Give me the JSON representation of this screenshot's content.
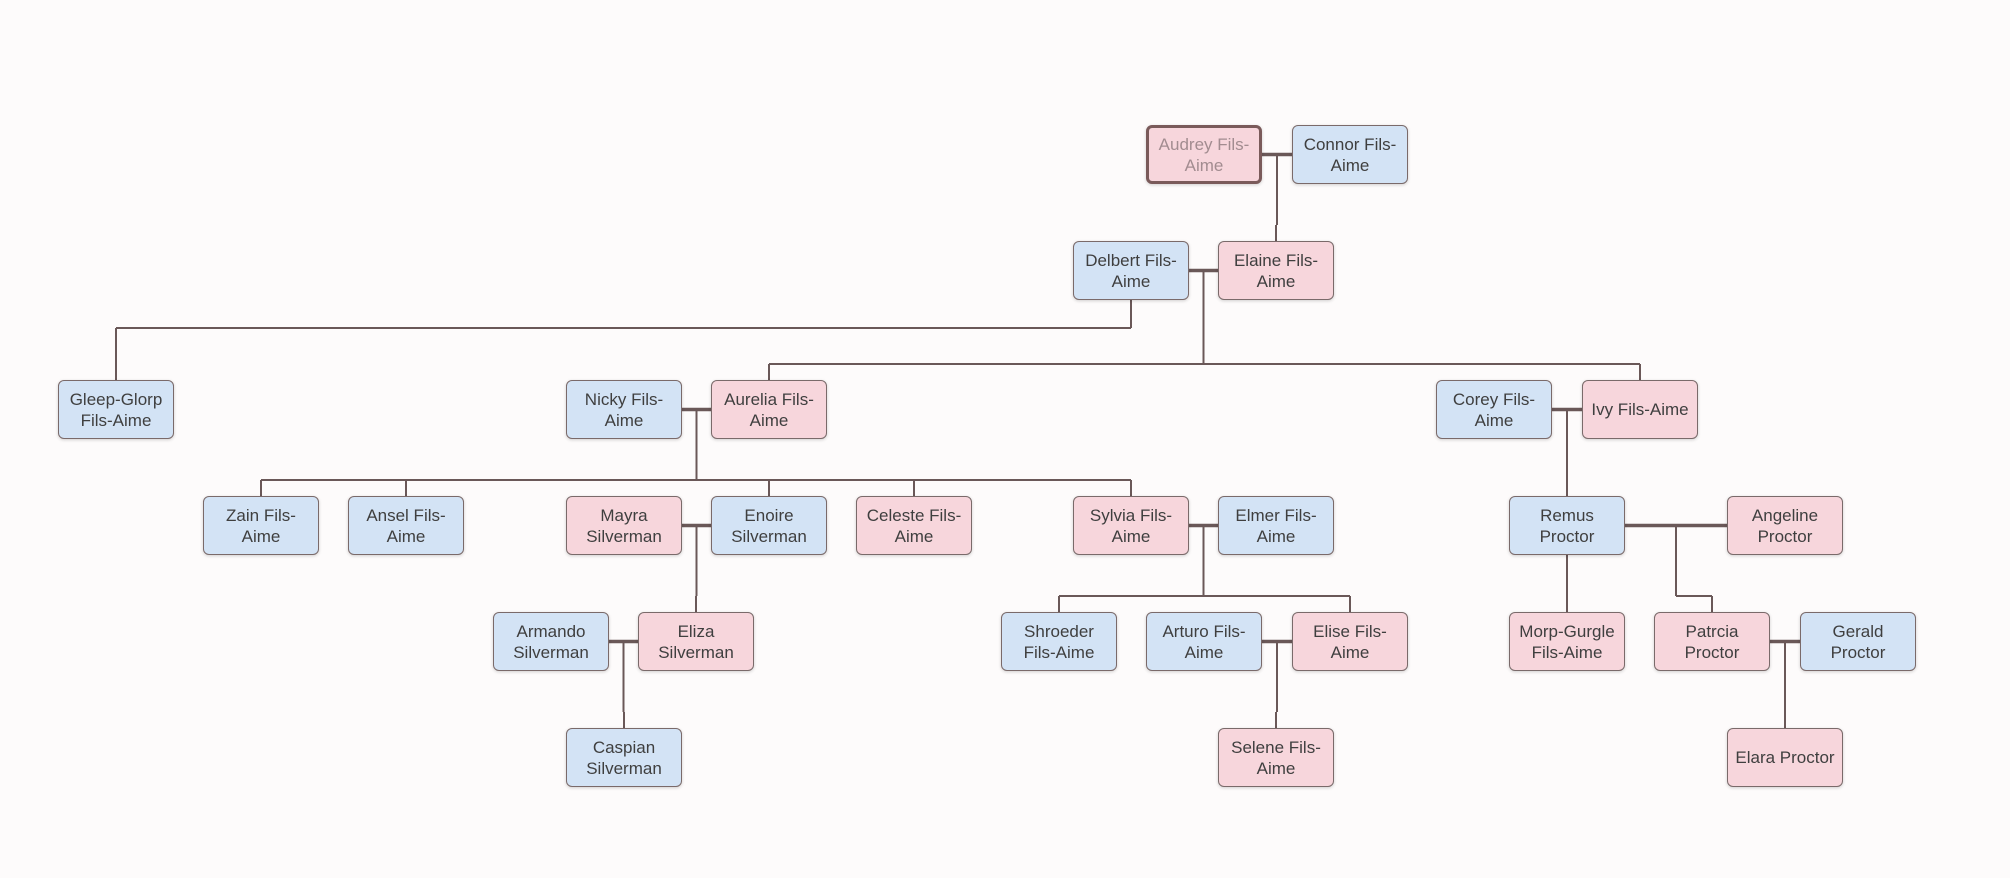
{
  "colors": {
    "male": "#d3e3f5",
    "female": "#f7d6dc",
    "line": "#6a5858",
    "background": "#fdfbfb"
  },
  "people": {
    "audrey": {
      "name": "Audrey Fils-\nAime",
      "gender": "female",
      "selected": true
    },
    "connor": {
      "name": "Connor Fils-\nAime",
      "gender": "male"
    },
    "delbert": {
      "name": "Delbert Fils-\nAime",
      "gender": "male"
    },
    "elaine": {
      "name": "Elaine Fils-\nAime",
      "gender": "female"
    },
    "gleep": {
      "name": "Gleep-Glorp\nFils-Aime",
      "gender": "male"
    },
    "nicky": {
      "name": "Nicky Fils-\nAime",
      "gender": "male"
    },
    "aurelia": {
      "name": "Aurelia Fils-\nAime",
      "gender": "female"
    },
    "corey": {
      "name": "Corey Fils-\nAime",
      "gender": "male"
    },
    "ivy": {
      "name": "Ivy Fils-Aime",
      "gender": "female"
    },
    "zain": {
      "name": "Zain Fils-\nAime",
      "gender": "male"
    },
    "ansel": {
      "name": "Ansel Fils-\nAime",
      "gender": "male"
    },
    "mayra": {
      "name": "Mayra\nSilverman",
      "gender": "female"
    },
    "enoire": {
      "name": "Enoire\nSilverman",
      "gender": "male"
    },
    "celeste": {
      "name": "Celeste Fils-\nAime",
      "gender": "female"
    },
    "sylvia": {
      "name": "Sylvia Fils-\nAime",
      "gender": "female"
    },
    "elmer": {
      "name": "Elmer Fils-\nAime",
      "gender": "male"
    },
    "remus": {
      "name": "Remus\nProctor",
      "gender": "male"
    },
    "angeline": {
      "name": "Angeline\nProctor",
      "gender": "female"
    },
    "armando": {
      "name": "Armando\nSilverman",
      "gender": "male"
    },
    "eliza": {
      "name": "Eliza\nSilverman",
      "gender": "female"
    },
    "shroeder": {
      "name": "Shroeder\nFils-Aime",
      "gender": "male"
    },
    "arturo": {
      "name": "Arturo Fils-\nAime",
      "gender": "male"
    },
    "elise": {
      "name": "Elise Fils-\nAime",
      "gender": "female"
    },
    "morp": {
      "name": "Morp-Gurgle\nFils-Aime",
      "gender": "female"
    },
    "patrcia": {
      "name": "Patrcia\nProctor",
      "gender": "female"
    },
    "gerald": {
      "name": "Gerald\nProctor",
      "gender": "male"
    },
    "caspian": {
      "name": "Caspian\nSilverman",
      "gender": "male"
    },
    "selene": {
      "name": "Selene Fils-\nAime",
      "gender": "female"
    },
    "elara": {
      "name": "Elara Proctor",
      "gender": "female"
    }
  },
  "couples": [
    {
      "a": "audrey",
      "b": "connor",
      "children": [
        "elaine"
      ]
    },
    {
      "a": "delbert",
      "b": "elaine",
      "children": [
        "aurelia",
        "ivy"
      ]
    },
    {
      "a": "nicky",
      "b": "aurelia",
      "children": [
        "zain",
        "ansel",
        "enoire",
        "celeste",
        "sylvia"
      ]
    },
    {
      "a": "corey",
      "b": "ivy",
      "children": [
        "remus"
      ]
    },
    {
      "a": "mayra",
      "b": "enoire",
      "children": [
        "eliza"
      ]
    },
    {
      "a": "sylvia",
      "b": "elmer",
      "children": [
        "shroeder",
        "elise"
      ]
    },
    {
      "a": "remus",
      "b": "angeline",
      "children": [
        "patrcia"
      ]
    },
    {
      "a": "armando",
      "b": "eliza",
      "children": [
        "caspian"
      ]
    },
    {
      "a": "arturo",
      "b": "elise",
      "children": [
        "selene"
      ]
    },
    {
      "a": "patrcia",
      "b": "gerald",
      "children": [
        "elara"
      ]
    }
  ],
  "single_parent_links": [
    {
      "parent": "delbert",
      "children": [
        "gleep"
      ]
    },
    {
      "parent": "remus",
      "children": [
        "morp"
      ]
    }
  ]
}
